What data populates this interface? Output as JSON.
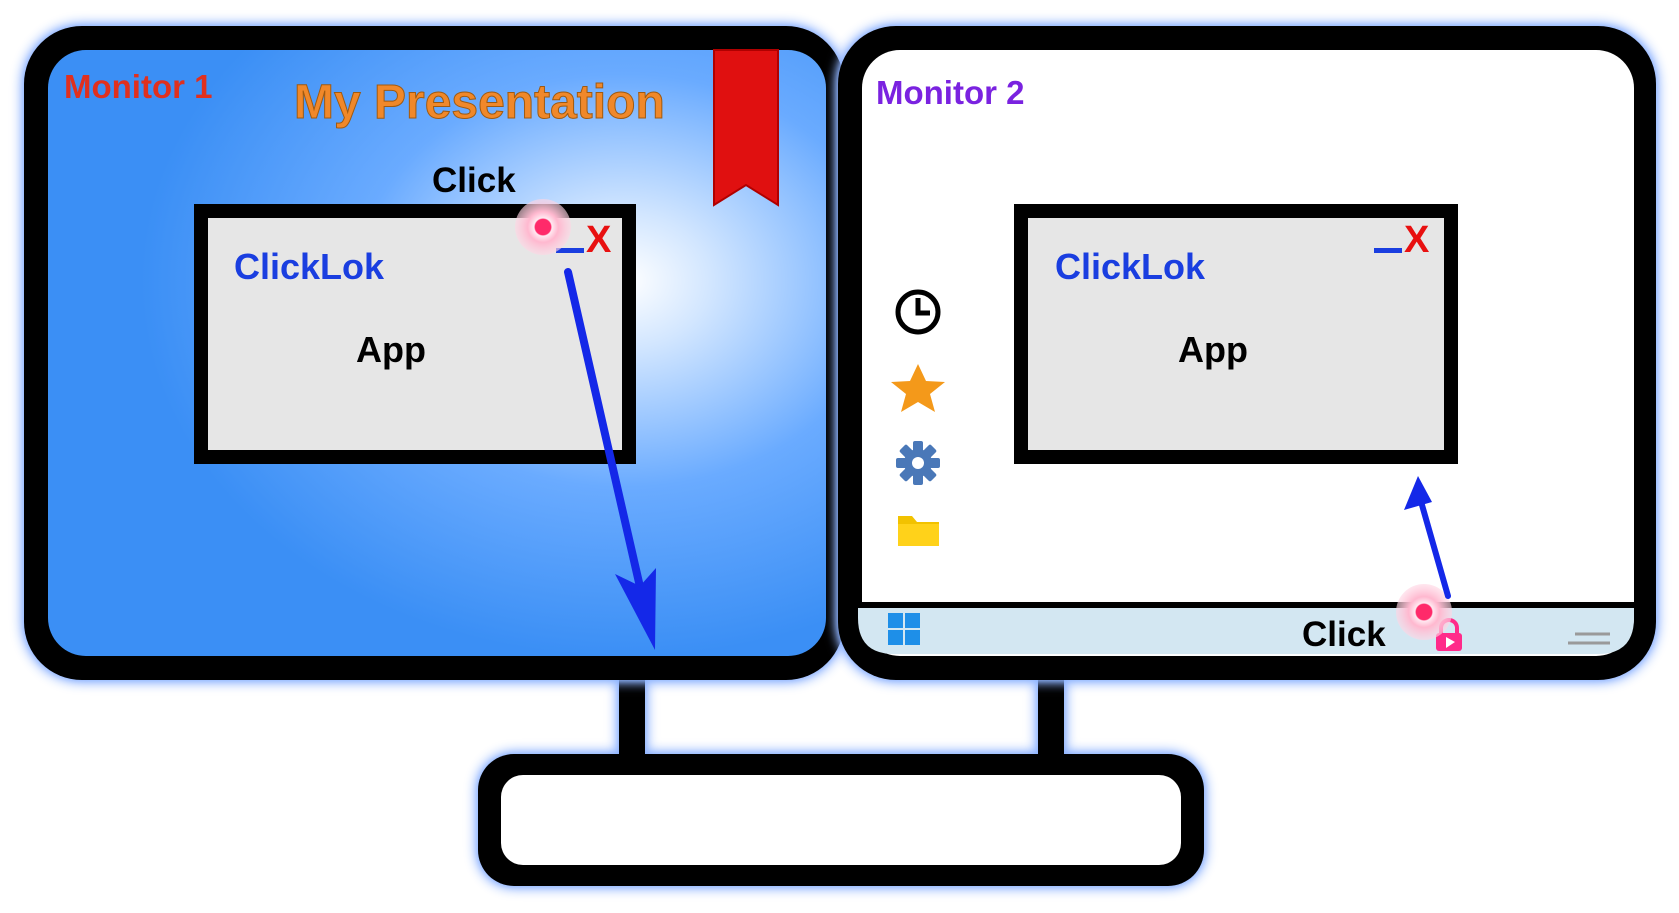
{
  "monitor1": {
    "label": "Monitor 1",
    "title": "My Presentation",
    "click_label": "Click",
    "window": {
      "title": "ClickLok",
      "body": "App",
      "minimize_glyph": "_",
      "close_glyph": "X"
    },
    "bookmark_icon": "bookmark-ribbon-icon",
    "click_icon": "click-target-icon"
  },
  "monitor2": {
    "label": "Monitor 2",
    "window": {
      "title": "ClickLok",
      "body": "App",
      "minimize_glyph": "_",
      "close_glyph": "X"
    },
    "sidebar_icons": [
      "clock-icon",
      "star-icon",
      "gear-icon",
      "folder-icon"
    ],
    "taskbar": {
      "start_icon": "windows-start-icon",
      "click_label": "Click",
      "tray_icon": "clicklok-tray-icon"
    }
  },
  "colors": {
    "monitor1_label": "#e0301e",
    "title": "#f0882a",
    "monitor2_label": "#7a22e0",
    "window_title": "#1a3ee0",
    "close": "#e81010",
    "minimize": "#1a3ee0",
    "arrow": "#1428e8",
    "screen1_bg": "#3b8ff5",
    "bookmark": "#e01010",
    "taskbar": "#d3e7f2"
  }
}
